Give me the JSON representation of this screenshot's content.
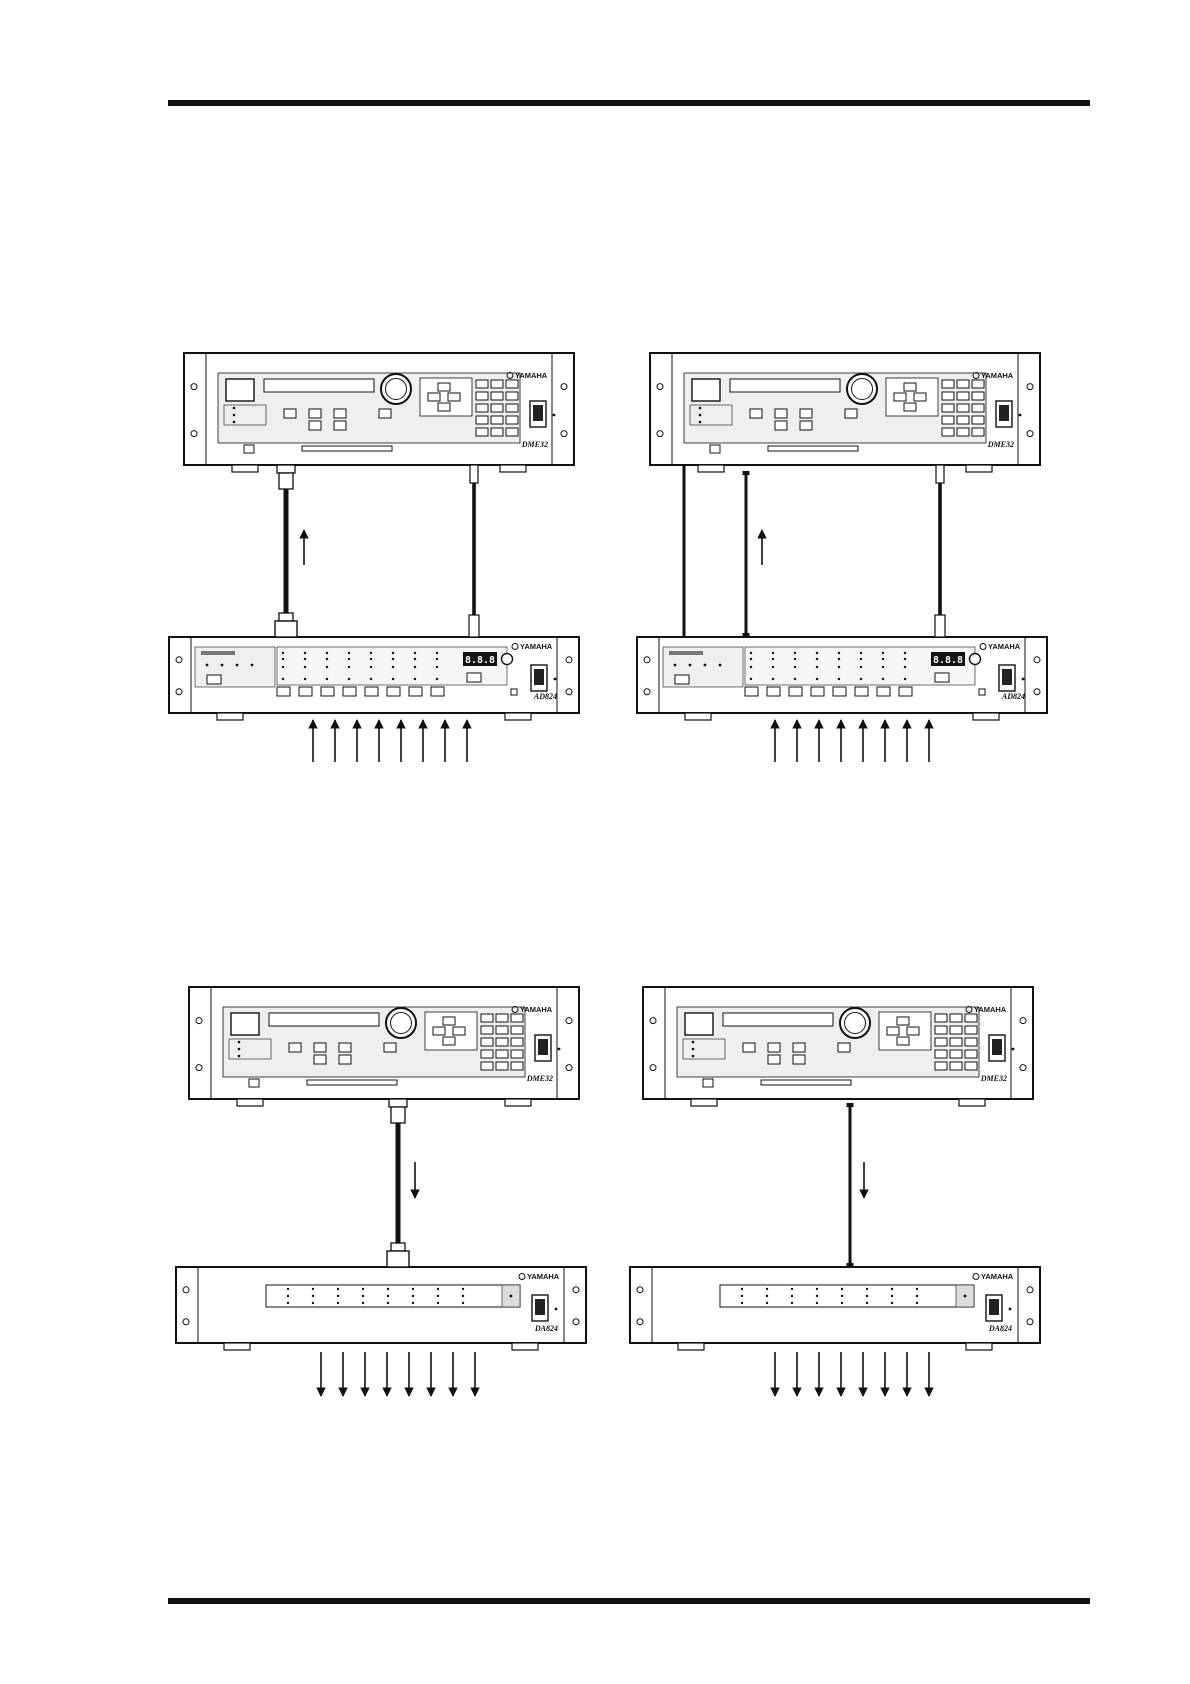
{
  "diagrams": [
    {
      "id": "top-left",
      "upper_model": "DME32",
      "lower_model": "AD824",
      "link": "cascade-cable",
      "direction": "up"
    },
    {
      "id": "top-right",
      "upper_model": "DME32",
      "lower_model": "AD824",
      "link": "direct-cable",
      "direction": "up"
    },
    {
      "id": "bottom-left",
      "upper_model": "DME32",
      "lower_model": "DA824",
      "link": "cascade-cable",
      "direction": "down"
    },
    {
      "id": "bottom-right",
      "upper_model": "DME32",
      "lower_model": "DA824",
      "link": "direct-cable",
      "direction": "down"
    }
  ],
  "devices": {
    "brand": "YAMAHA",
    "dme_model": "DME32",
    "ad_model": "AD824",
    "da_model": "DA824",
    "ad_display": "8.8.8"
  },
  "icons": [
    "yamaha-logo-icon",
    "power-switch-icon",
    "signal-arrow-icon"
  ]
}
